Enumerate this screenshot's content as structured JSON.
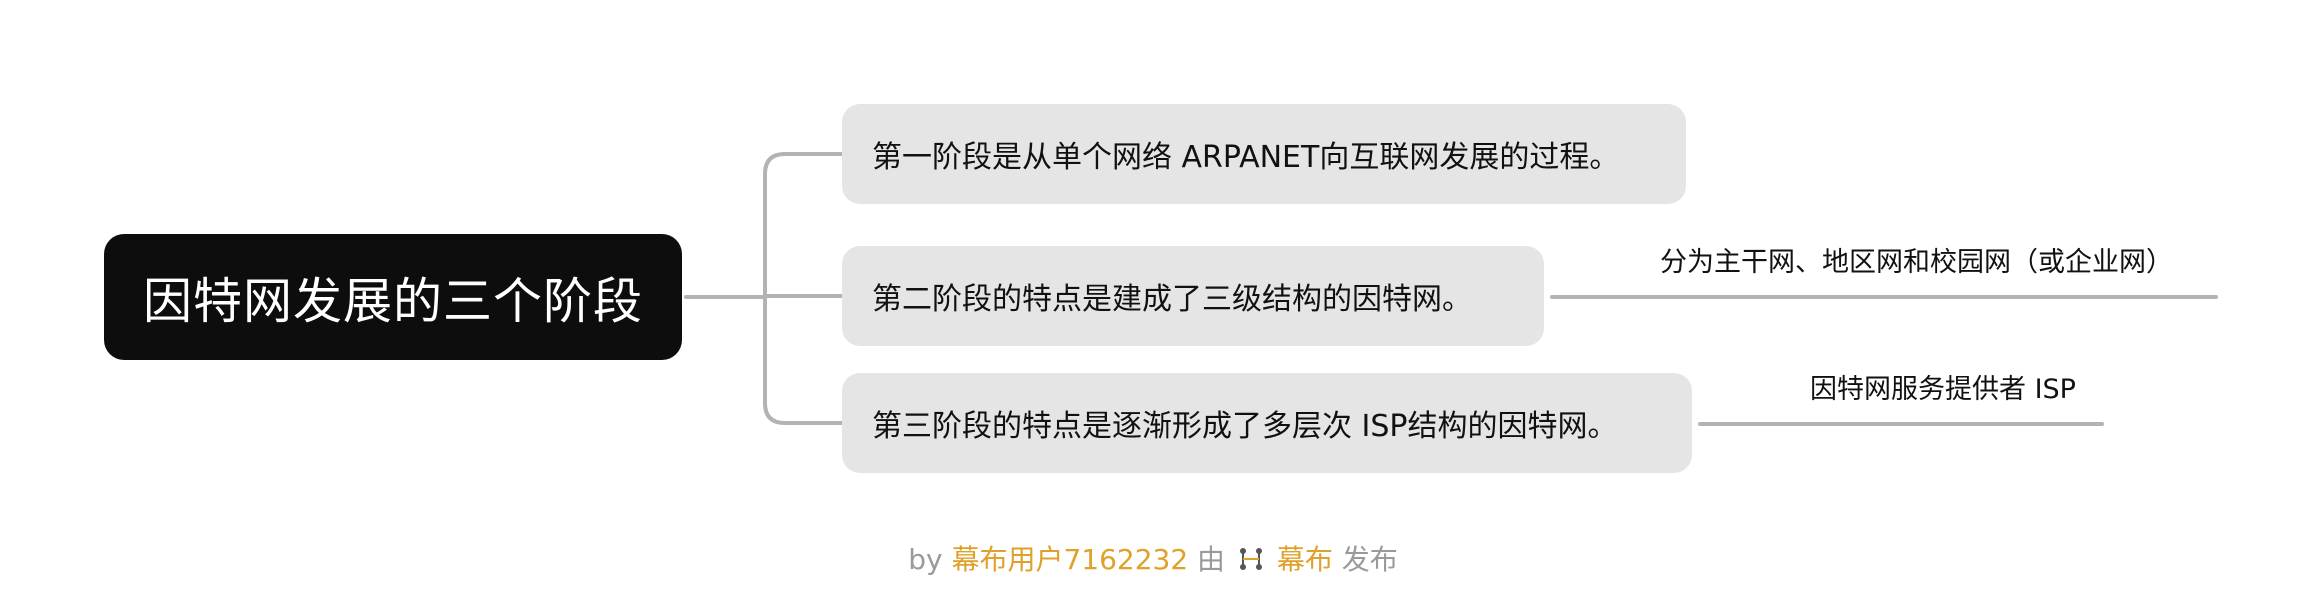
{
  "root": {
    "title": "因特网发展的三个阶段"
  },
  "branches": [
    {
      "text": "第一阶段是从单个网络 ARPANET向互联网发展的过程。"
    },
    {
      "text": "第二阶段的特点是建成了三级结构的因特网。",
      "note": "分为主干网、地区网和校园网（或企业网）"
    },
    {
      "text": "第三阶段的特点是逐渐形成了多层次 ISP结构的因特网。",
      "note": "因特网服务提供者 ISP"
    }
  ],
  "footer": {
    "by": "by",
    "user": "幕布用户7162232",
    "via": "由",
    "brand": "幕布",
    "publish": "发布"
  },
  "colors": {
    "root_bg": "#0d0d0d",
    "branch_bg": "#e5e5e5",
    "connector": "#b3b3b3",
    "footer_accent": "#e0a12a",
    "footer_text": "#9a9a9a"
  },
  "icons": {
    "brand_logo": "mubu-logo-icon"
  }
}
